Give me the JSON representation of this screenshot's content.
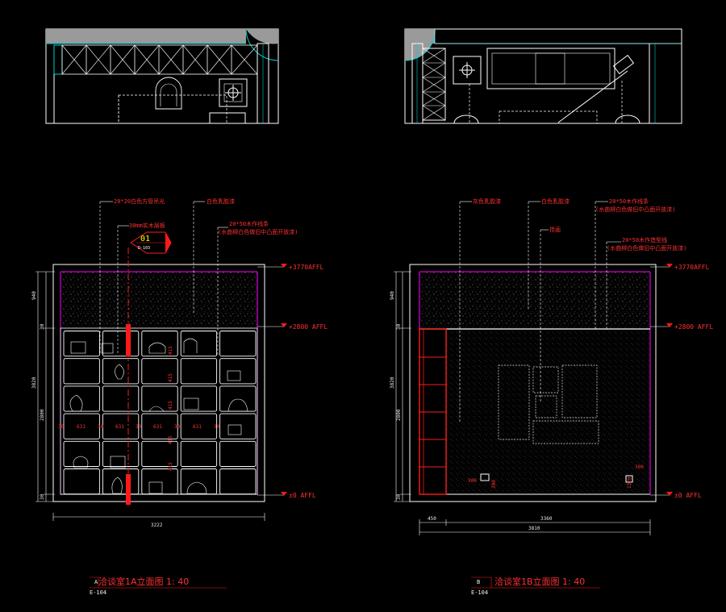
{
  "elevation_a": {
    "notes": [
      "20*20白色方管吊光",
      "30mm实木层板",
      "白色乳胶漆",
      "20*50木作线条",
      "(水曲柳白色做旧中凸面开放漆)"
    ],
    "levels": [
      "+3770AFFL",
      "+2800  AFFL",
      "±0  AFFL"
    ],
    "section": {
      "number": "01",
      "sheet": "D-103"
    },
    "left_dims": [
      "940",
      "30",
      "2800",
      "30",
      "3820"
    ],
    "row_dims": [
      "415",
      "415",
      "415",
      "415",
      "415"
    ],
    "col_dims": [
      "30",
      "631",
      "30",
      "631",
      "30",
      "631",
      "30",
      "631",
      "30"
    ],
    "bottom_dim": "3222",
    "title": "洽谈室1A立面图   1: 40",
    "tag_letter": "A",
    "tag_sheet": "E-104"
  },
  "elevation_b": {
    "notes": [
      "灰色乳胶漆",
      "白色乳胶漆",
      "20*50木作线条",
      "(水曲柳白色做旧中凸面开放漆)",
      "挂画",
      "20*50木作造型线",
      "(水曲柳白色做旧中凸面开放漆)"
    ],
    "levels": [
      "+3770AFFL",
      "+2800  AFFL",
      "±0  AFFL"
    ],
    "left_dims": [
      "940",
      "30",
      "2800",
      "30",
      "3820"
    ],
    "small_dims": [
      "300",
      "300",
      "300",
      "1320"
    ],
    "bottom_dims": [
      "450",
      "3360",
      "3810"
    ],
    "title": "洽谈室1B立面图   1: 40",
    "tag_letter": "B",
    "tag_sheet": "E-104"
  },
  "colors": {
    "frame": "#ffffff",
    "note": "#ff3030",
    "magenta": "#ff00ff",
    "cyan": "#00d0d0",
    "wall": "#c8c8c8",
    "grey": "#808080",
    "yellow": "#ffff00"
  }
}
